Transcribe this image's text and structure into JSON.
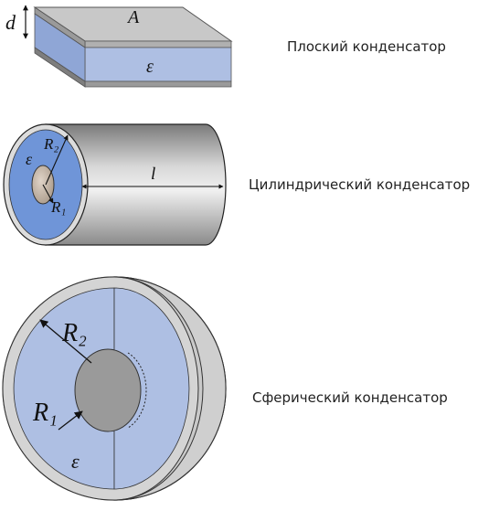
{
  "colors": {
    "dielectric": "#aebfe3",
    "dielectric_dark": "#6f95d8",
    "metal_light": "#e6e6e6",
    "metal_mid": "#c9c9c9",
    "metal_dark": "#8c8c8c",
    "core": "#9a9a9a",
    "core_tan": "#c8b8a8"
  },
  "parallel_plate": {
    "caption": "Плоский конденсатор",
    "area_label": "A",
    "thickness_label": "d",
    "dielectric_label": "ε"
  },
  "cylindrical": {
    "caption": "Цилиндрический конденсатор",
    "outer_radius_label": "R₂",
    "inner_radius_label": "R₁",
    "dielectric_label": "ε",
    "length_label": "l"
  },
  "spherical": {
    "caption": "Сферический конденсатор",
    "outer_radius_label": "R₂",
    "inner_radius_label": "R₁",
    "dielectric_label": "ε"
  }
}
